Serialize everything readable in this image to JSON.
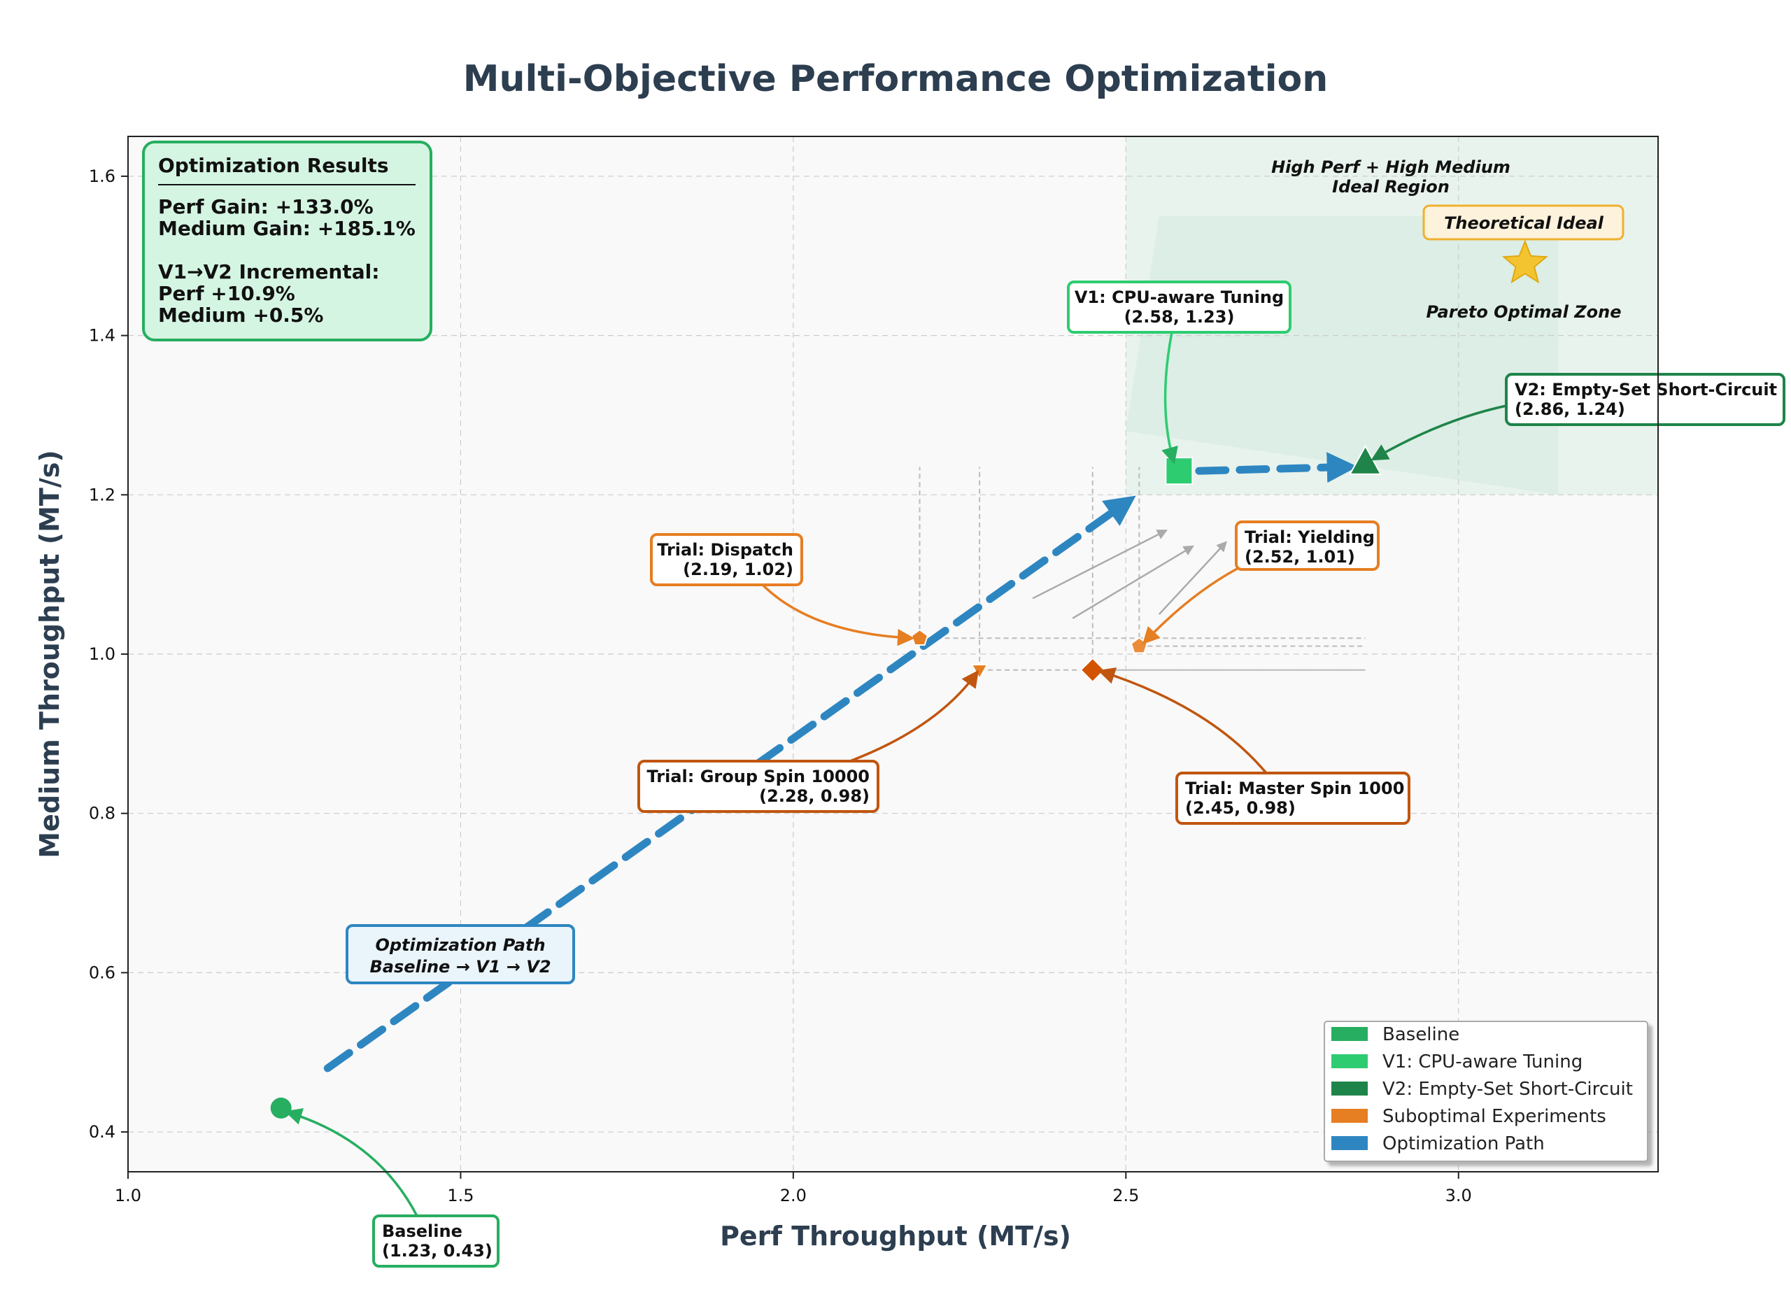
{
  "chart_data": {
    "type": "scatter",
    "title": "Multi-Objective Performance Optimization",
    "xlabel": "Perf Throughput (MT/s)",
    "ylabel": "Medium Throughput (MT/s)",
    "xlim": [
      1.0,
      3.3
    ],
    "ylim": [
      0.35,
      1.65
    ],
    "xticks": [
      "1.0",
      "1.5",
      "2.0",
      "2.5",
      "3.0"
    ],
    "yticks": [
      "0.4",
      "0.6",
      "0.8",
      "1.0",
      "1.2",
      "1.4",
      "1.6"
    ],
    "grid": true,
    "legend_position": "bottom-right",
    "points": [
      {
        "key": "baseline",
        "x": 1.23,
        "y": 0.43,
        "marker": "circle",
        "color": "#27ae60",
        "label": "Baseline\n(1.23, 0.43)"
      },
      {
        "key": "v1",
        "x": 2.58,
        "y": 1.23,
        "marker": "square",
        "color": "#2ecc71",
        "label": "V1: CPU-aware Tuning\n(2.58, 1.23)"
      },
      {
        "key": "v2",
        "x": 2.86,
        "y": 1.24,
        "marker": "triangle",
        "color": "#1e8449",
        "label": "V2: Empty-Set Short-Circuit\n(2.86, 1.24)"
      },
      {
        "key": "dispatch",
        "x": 2.19,
        "y": 1.02,
        "marker": "pentagon",
        "color": "#e67e22",
        "label": "Trial: Dispatch\n(2.19, 1.02)"
      },
      {
        "key": "groupspin",
        "x": 2.28,
        "y": 0.98,
        "marker": "triangle-down",
        "color": "#e67e22",
        "label": "Trial: Group Spin 10000\n(2.28, 0.98)"
      },
      {
        "key": "masterspin",
        "x": 2.45,
        "y": 0.98,
        "marker": "diamond",
        "color": "#d35400",
        "label": "Trial: Master Spin 1000\n(2.45, 0.98)"
      },
      {
        "key": "yielding",
        "x": 2.52,
        "y": 1.01,
        "marker": "pentagon",
        "color": "#eb8c3a",
        "label": "Trial: Yielding\n(2.52, 1.01)"
      }
    ],
    "optimization_path": {
      "name": "Optimization Path",
      "segments": [
        {
          "from": [
            1.3,
            0.48
          ],
          "to": [
            2.5,
            1.19
          ]
        },
        {
          "from": [
            2.61,
            1.23
          ],
          "to": [
            2.83,
            1.235
          ]
        }
      ],
      "label": "Optimization Path\nBaseline → V1 → V2"
    },
    "regions": {
      "ideal_label": "High Perf + High Medium\nIdeal Region",
      "pareto_label": "Pareto Optimal Zone",
      "ideal_star_label": "Theoretical Ideal",
      "ideal_star": {
        "x": 3.1,
        "y": 1.49
      }
    },
    "results_box": {
      "title": "Optimization Results",
      "lines": [
        "Perf Gain: +133.0%",
        "Medium Gain: +185.1%",
        "",
        "V1→V2 Incremental:",
        "Perf +10.9%",
        "Medium +0.5%"
      ]
    },
    "legend": [
      {
        "label": "Baseline",
        "color": "#27ae60"
      },
      {
        "label": "V1: CPU-aware Tuning",
        "color": "#2ecc71"
      },
      {
        "label": "V2: Empty-Set Short-Circuit",
        "color": "#1e8449"
      },
      {
        "label": "Suboptimal Experiments",
        "color": "#e67e22"
      },
      {
        "label": "Optimization Path",
        "color": "#2e86c1"
      }
    ]
  }
}
